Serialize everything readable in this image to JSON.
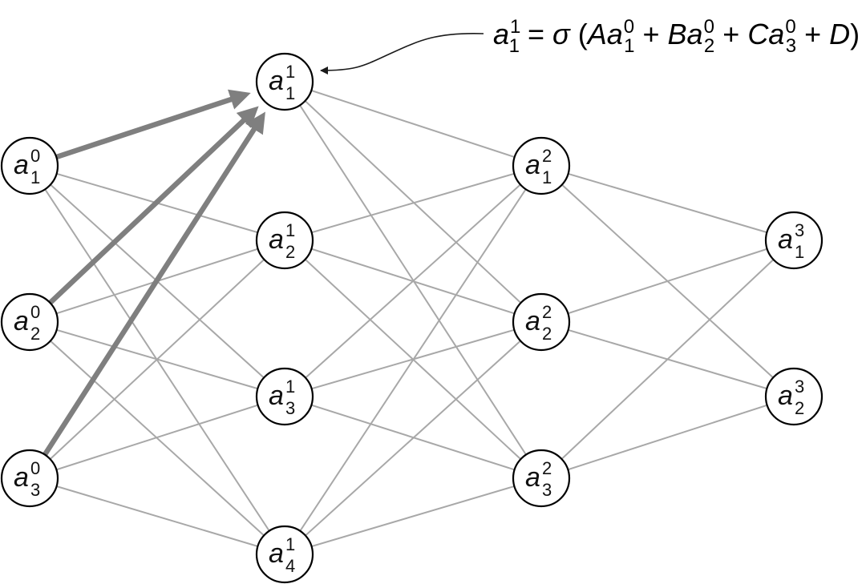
{
  "diagram": {
    "type": "neural-network",
    "layers": [
      {
        "index": 0,
        "nodes": [
          {
            "symbol": "a",
            "superscript": "0",
            "subscript": "1"
          },
          {
            "symbol": "a",
            "superscript": "0",
            "subscript": "2"
          },
          {
            "symbol": "a",
            "superscript": "0",
            "subscript": "3"
          }
        ]
      },
      {
        "index": 1,
        "nodes": [
          {
            "symbol": "a",
            "superscript": "1",
            "subscript": "1"
          },
          {
            "symbol": "a",
            "superscript": "1",
            "subscript": "2"
          },
          {
            "symbol": "a",
            "superscript": "1",
            "subscript": "3"
          },
          {
            "symbol": "a",
            "superscript": "1",
            "subscript": "4"
          }
        ]
      },
      {
        "index": 2,
        "nodes": [
          {
            "symbol": "a",
            "superscript": "2",
            "subscript": "1"
          },
          {
            "symbol": "a",
            "superscript": "2",
            "subscript": "2"
          },
          {
            "symbol": "a",
            "superscript": "2",
            "subscript": "3"
          }
        ]
      },
      {
        "index": 3,
        "nodes": [
          {
            "symbol": "a",
            "superscript": "3",
            "subscript": "1"
          },
          {
            "symbol": "a",
            "superscript": "3",
            "subscript": "2"
          }
        ]
      }
    ],
    "connectivity": "fully-connected",
    "highlighted_edges": [
      {
        "from": [
          0,
          0
        ],
        "to": [
          1,
          0
        ]
      },
      {
        "from": [
          0,
          1
        ],
        "to": [
          1,
          0
        ]
      },
      {
        "from": [
          0,
          2
        ],
        "to": [
          1,
          0
        ]
      }
    ],
    "annotation": {
      "target_node": [
        1,
        0
      ],
      "formula_parts": [
        {
          "t": "a",
          "style": "it"
        },
        {
          "t": "1",
          "style": "sup"
        },
        {
          "t": "1",
          "style": "sub"
        },
        {
          "t": " = ",
          "style": "normal"
        },
        {
          "t": "σ",
          "style": "it"
        },
        {
          "t": " (",
          "style": "normal"
        },
        {
          "t": "Aa",
          "style": "it"
        },
        {
          "t": "0",
          "style": "sup"
        },
        {
          "t": "1",
          "style": "sub"
        },
        {
          "t": " + ",
          "style": "normal"
        },
        {
          "t": "Ba",
          "style": "it"
        },
        {
          "t": "0",
          "style": "sup"
        },
        {
          "t": "2",
          "style": "sub"
        },
        {
          "t": " + ",
          "style": "normal"
        },
        {
          "t": "Ca",
          "style": "it"
        },
        {
          "t": "0",
          "style": "sup"
        },
        {
          "t": "3",
          "style": "sub"
        },
        {
          "t": " + ",
          "style": "normal"
        },
        {
          "t": "D",
          "style": "it"
        },
        {
          "t": ")",
          "style": "normal"
        }
      ],
      "formula_text": "a_1^1 = σ(A a_1^0 + B a_2^0 + C a_3^0 + D)"
    },
    "colors": {
      "edge": "#a8a8a8",
      "highlighted_edge": "#7f7f7f",
      "node_stroke": "#000000",
      "node_fill": "#ffffff",
      "annotation_arrow": "#1a1a1a"
    }
  }
}
